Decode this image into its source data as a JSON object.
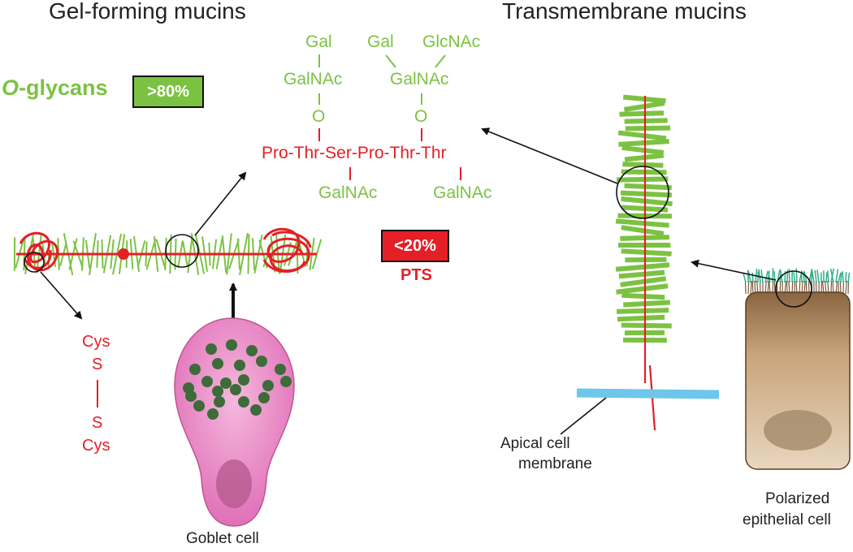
{
  "titles": {
    "left": "Gel-forming mucins",
    "right": "Transmembrane mucins"
  },
  "oglycans": {
    "italic_part": "O",
    "rest": "-glycans",
    "badge": ">80%"
  },
  "pts": {
    "badge": "<20%",
    "label": "PTS"
  },
  "glycan_structure": {
    "gal_1": "Gal",
    "galnac_1": "GalNAc",
    "o_1": "O",
    "gal_2": "Gal",
    "glcnac": "GlcNAc",
    "galnac_2": "GalNAc",
    "o_2": "O",
    "peptide": "Pro-Thr-Ser-Pro-Thr-Thr",
    "galnac_3": "GalNAc",
    "galnac_4": "GalNAc"
  },
  "disulfide": {
    "cys_top": "Cys",
    "s_top": "S",
    "s_bottom": "S",
    "cys_bottom": "Cys"
  },
  "labels": {
    "goblet": "Goblet cell",
    "membrane_1": "Apical cell",
    "membrane_2": "membrane",
    "epithelial_1": "Polarized",
    "epithelial_2": "epithelial cell"
  },
  "colors": {
    "glycan_green": "#7cc242",
    "peptide_red": "#e41f26",
    "membrane_blue": "#6ec6ea",
    "goblet_pink": "#e58cc4",
    "granule_green": "#3d6b3a",
    "epithelial_brown": "#b08a60"
  }
}
